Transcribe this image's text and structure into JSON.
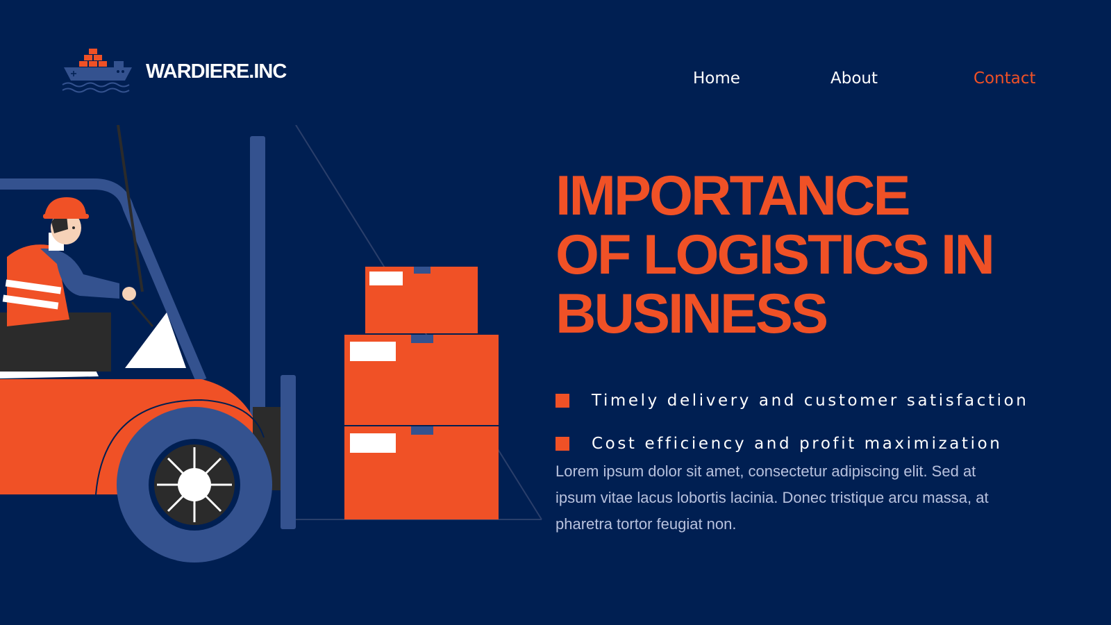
{
  "header": {
    "logo_text": "WARDIERE.INC",
    "nav": [
      {
        "label": "Home",
        "active": false
      },
      {
        "label": "About",
        "active": false
      },
      {
        "label": "Contact",
        "active": true
      }
    ]
  },
  "hero": {
    "headline_lines": [
      "IMPORTANCE",
      "OF LOGISTICS IN",
      "BUSINESS"
    ],
    "bullets": [
      "Timely delivery and customer satisfaction",
      "Cost efficiency and profit maximization"
    ],
    "body": "Lorem ipsum dolor sit amet, consectetur adipiscing elit. Sed at ipsum vitae lacus lobortis lacinia. Donec tristique arcu massa, at pharetra tortor feugiat non."
  },
  "colors": {
    "background": "#001f52",
    "accent": "#f05126",
    "secondary_blue": "#34528f",
    "text": "#ffffff"
  },
  "icons": {
    "logo": "cargo-ship-icon",
    "bullet": "square-bullet-icon",
    "illustration": "forklift-worker-with-boxes"
  }
}
